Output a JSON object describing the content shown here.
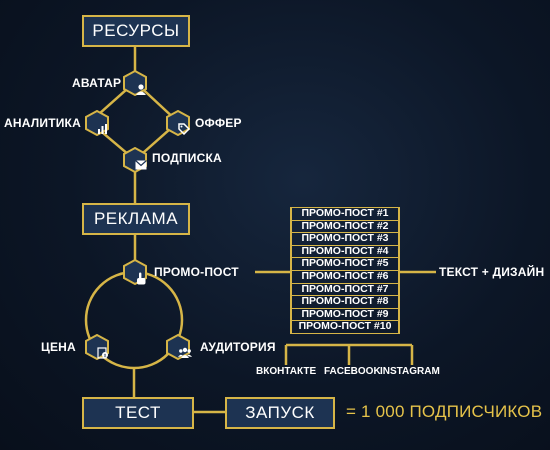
{
  "boxes": {
    "resources": "РЕСУРСЫ",
    "ads": "РЕКЛАМА",
    "test": "ТЕСТ",
    "launch": "ЗАПУСК"
  },
  "resource_nodes": {
    "avatar": "АВАТАР",
    "analytics": "АНАЛИТИКА",
    "offer": "ОФФЕР",
    "subscription": "ПОДПИСКА"
  },
  "ad_nodes": {
    "promo_post": "ПРОМО-ПОСТ",
    "price": "ЦЕНА",
    "audience": "АУДИТОРИЯ"
  },
  "promo_posts": [
    "ПРОМО-ПОСТ #1",
    "ПРОМО-ПОСТ #2",
    "ПРОМО-ПОСТ #3",
    "ПРОМО-ПОСТ #4",
    "ПРОМО-ПОСТ #5",
    "ПРОМО-ПОСТ #6",
    "ПРОМО-ПОСТ #7",
    "ПРОМО-ПОСТ #8",
    "ПРОМО-ПОСТ #9",
    "ПРОМО-ПОСТ #10"
  ],
  "text_design": "ТЕКСТ + ДИЗАЙН",
  "networks": [
    "ВКОНТАКТЕ",
    "FACEBOOK",
    "INSTAGRAM"
  ],
  "result": "= 1 000 ПОДПИСЧИКОВ",
  "colors": {
    "gold": "#d6b547",
    "box_fill": "#1d3352",
    "background": "#0c1626",
    "result_text": "#e6c34a"
  },
  "icons": {
    "avatar": "user-icon",
    "analytics": "bar-chart-icon",
    "offer": "price-tag-icon",
    "subscription": "envelope-icon",
    "promo_post": "hand-pointer-icon",
    "price": "money-document-icon",
    "audience": "people-group-icon"
  }
}
